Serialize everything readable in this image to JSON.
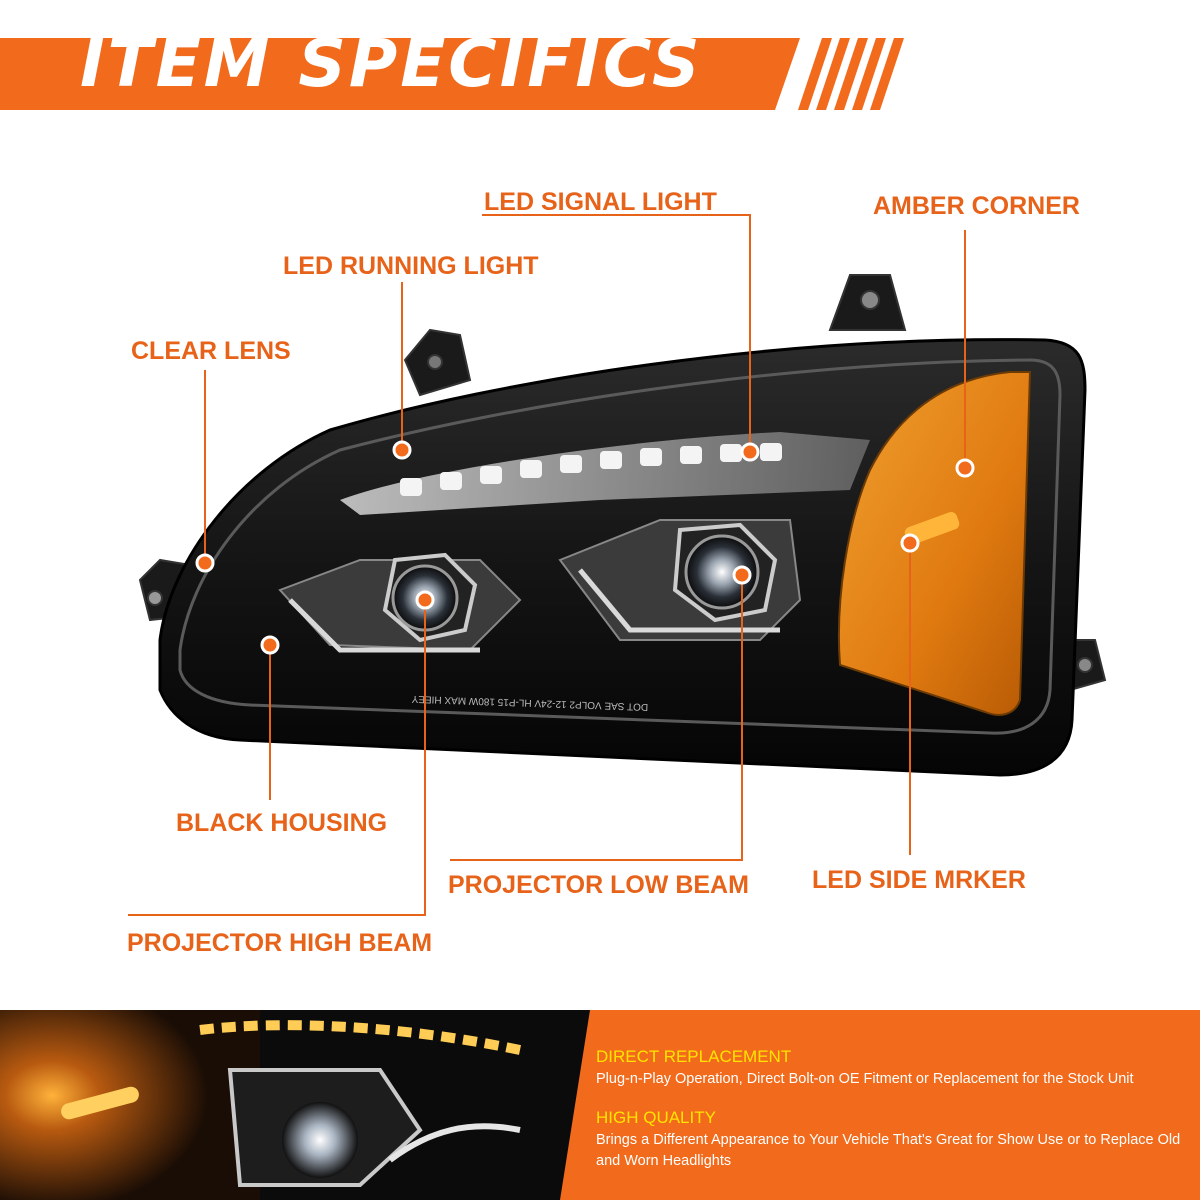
{
  "banner": {
    "title": "ITEM SPECIFICS"
  },
  "callouts": {
    "led_signal_light": "LED SIGNAL LIGHT",
    "amber_corner": "AMBER CORNER",
    "led_running_light": "LED RUNNING LIGHT",
    "clear_lens": "CLEAR LENS",
    "black_housing": "BLACK HOUSING",
    "projector_low_beam": "PROJECTOR LOW BEAM",
    "led_side_marker": "LED SIDE MRKER",
    "projector_high_beam": "PROJECTOR HIGH BEAM"
  },
  "lens_print": "DOT SAE VOLP2 12-24V HL-P15 180W MAX HIEEY",
  "features": [
    {
      "title": "DIRECT REPLACEMENT",
      "description": "Plug-n-Play Operation, Direct Bolt-on OE Fitment or Replacement for the Stock Unit"
    },
    {
      "title": "HIGH QUALITY",
      "description": "Brings a Different Appearance to Your Vehicle That's Great for Show Use or to Replace Old and Worn Headlights"
    }
  ],
  "colors": {
    "accent": "#f26a1b",
    "feature_title": "#ffe400",
    "label": "#e8631a",
    "housing": "#111111",
    "amber": "#e98a14"
  }
}
